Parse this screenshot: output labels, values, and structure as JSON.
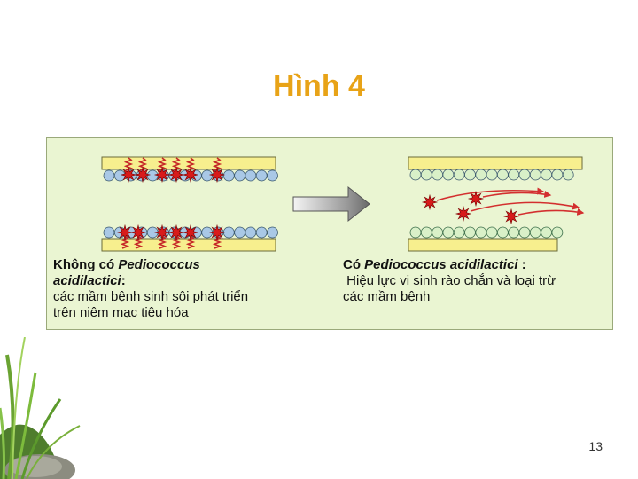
{
  "title": "Hình 4",
  "left_caption": {
    "line1_prefix": "Không có ",
    "line1_species": "Pediococcus",
    "line2_species": "acidilactici",
    "line2_suffix": ":",
    "line3": "các mầm bệnh sinh sôi phát triển",
    "line4": "trên niêm mạc tiêu hóa"
  },
  "right_caption": {
    "line1_prefix": "Có ",
    "line1_species": "Pediococcus acidilactici",
    "line1_suffix": " :",
    "line2": " Hiệu lực vi sinh rào chắn và loại trừ",
    "line3": "các mầm bệnh"
  },
  "page_number": "13",
  "colors": {
    "title": "#e8a317",
    "membrane": "#f7ef8e",
    "epithelial_cell": "#a9c8e6",
    "probiotic_cell": "#d9f0c8",
    "pathogen": "#d81b1b",
    "arrow_path": "#d32f2f",
    "panel_bg": "#eaf5d2"
  }
}
